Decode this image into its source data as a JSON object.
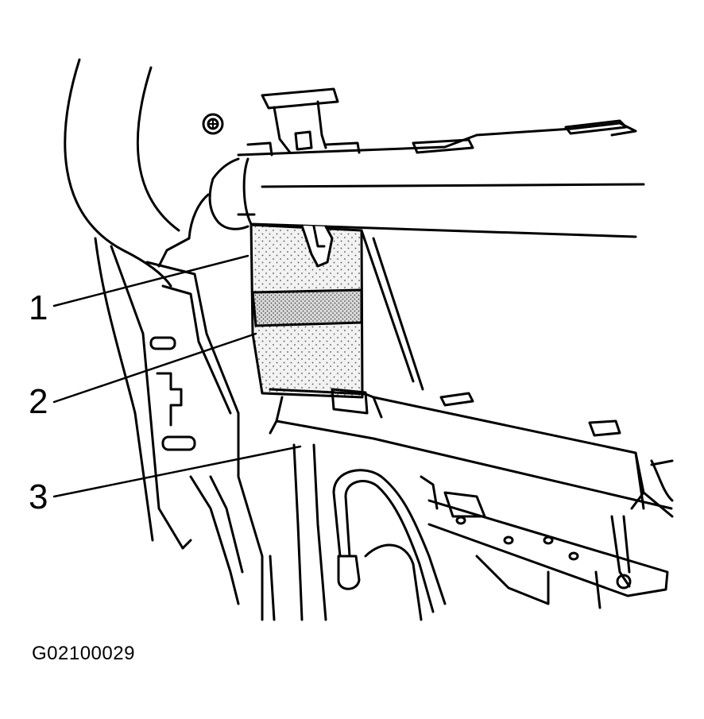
{
  "figure": {
    "id": "G02100029",
    "callouts": [
      {
        "label": "1"
      },
      {
        "label": "2"
      },
      {
        "label": "3"
      }
    ]
  },
  "colors": {
    "line": "#000000",
    "background": "#ffffff",
    "foam_fill": "#efefef",
    "strap_fill": "#d2d2d2"
  }
}
